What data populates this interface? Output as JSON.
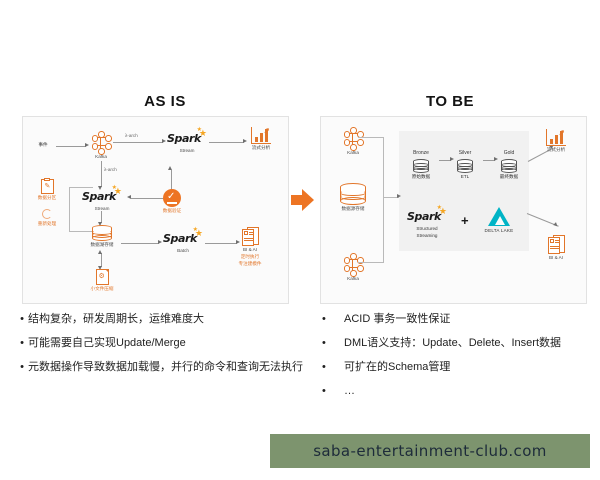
{
  "slide": {
    "panels": [
      {
        "id": "as-is",
        "title": "AS IS",
        "diagram": {
          "nodes": [
            {
              "name": "event",
              "label": "事件"
            },
            {
              "name": "kafka",
              "label": "Kafka"
            },
            {
              "name": "spark-stream-top",
              "label": "Spark",
              "sublabel": "Stream"
            },
            {
              "name": "streaming-analytics",
              "label": "流式分析"
            },
            {
              "name": "data-partition",
              "label": "数据分区"
            },
            {
              "name": "reprocess",
              "label": "重新处理"
            },
            {
              "name": "spark-stream-mid",
              "label": "Spark",
              "sublabel": "Stream"
            },
            {
              "name": "data-validation",
              "label": "数据验证"
            },
            {
              "name": "data-storage",
              "label": "数据湖存储"
            },
            {
              "name": "small-file-compaction",
              "label": "小文件压缩"
            },
            {
              "name": "spark-batch",
              "label": "Spark",
              "sublabel": "Batch"
            },
            {
              "name": "bi-ai",
              "label": "BI & AI",
              "sublabel": "定时执行",
              "sublabel2": "专注建模件"
            }
          ],
          "edge_labels": [
            "λ-arch",
            "λ-arch"
          ]
        },
        "bullets": [
          "结构复杂，研发周期长，运维难度大",
          "可能需要自己实现Update/Merge",
          "元数据操作导致数据加载慢，并行的命令和查询无法执行"
        ]
      },
      {
        "id": "to-be",
        "title": "TO BE",
        "diagram": {
          "sources": [
            {
              "name": "kafka-top",
              "label": "Kafka"
            },
            {
              "name": "source-storage",
              "label": "数据源存储"
            },
            {
              "name": "kafka-bottom",
              "label": "Kafka"
            }
          ],
          "medallion": [
            {
              "name": "bronze",
              "label": "Bronze",
              "sublabel": "原始数据"
            },
            {
              "name": "silver",
              "label": "Silver",
              "sublabel": "ETL"
            },
            {
              "name": "gold",
              "label": "Gold",
              "sublabel": "最终数据"
            }
          ],
          "engine": {
            "spark": {
              "label": "Spark",
              "sublabel": "Structured",
              "sublabel2": "Streaming"
            },
            "operator": "+",
            "delta": {
              "label": "DELTA LAKE"
            }
          },
          "outputs": [
            {
              "name": "streaming-analytics",
              "label": "流式分析"
            },
            {
              "name": "bi-ai",
              "label": "BI & AI"
            }
          ]
        },
        "bullets": [
          "ACID 事务一致性保证",
          "DML语义支持：Update、Delete、Insert数据",
          "可扩在的Schema管理",
          "…"
        ]
      }
    ],
    "transition_arrow": "arrow-right",
    "watermark": {
      "text": "saba-entertainment-club.com",
      "background_color": "#7d946e",
      "text_color": "#1d2b3a"
    },
    "colors": {
      "accent_orange": "#E2762A",
      "arrow_orange": "#ED7423",
      "delta_teal": "#00B4C6",
      "spark_star": "#F5A623"
    },
    "bullet_marker": "•"
  }
}
